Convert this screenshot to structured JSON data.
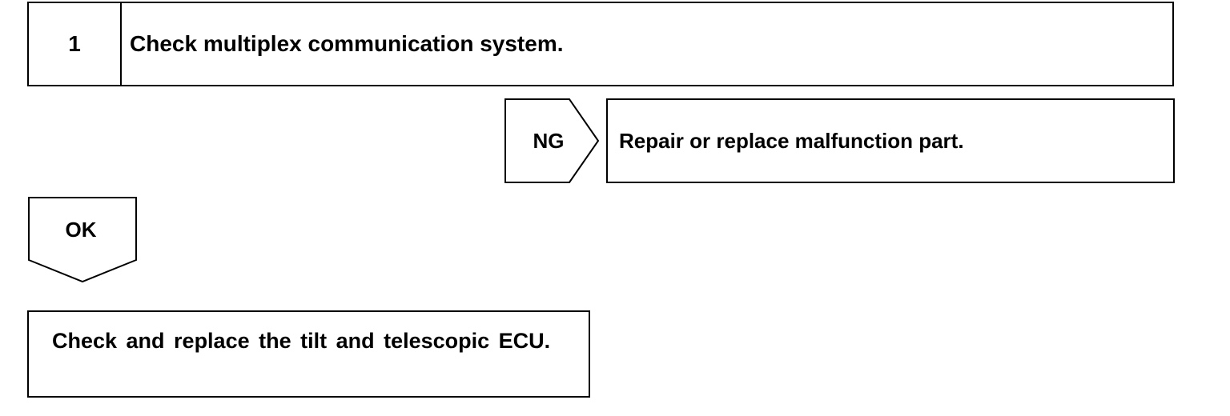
{
  "step": {
    "number": "1",
    "title": "Check multiplex communication system."
  },
  "ng_branch": {
    "label": "NG",
    "action": "Repair or replace malfunction part."
  },
  "ok_branch": {
    "label": "OK"
  },
  "final_action": {
    "text": "Check and replace the tilt and telescopic ECU."
  }
}
